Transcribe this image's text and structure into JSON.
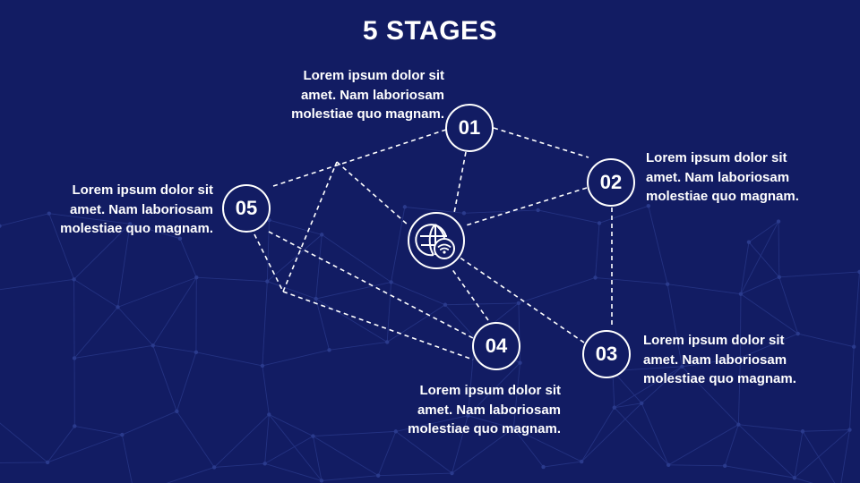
{
  "title": "5 STAGES",
  "colors": {
    "background": "#121c63",
    "foreground": "#ffffff",
    "network": "#2a3a8c"
  },
  "center": {
    "icon": "globe-wifi-icon"
  },
  "stages": [
    {
      "number": "01",
      "text": "Lorem ipsum dolor sit amet. Nam laboriosam molestiae quo magnam."
    },
    {
      "number": "02",
      "text": "Lorem ipsum dolor sit amet. Nam laboriosam molestiae quo magnam."
    },
    {
      "number": "03",
      "text": "Lorem ipsum dolor sit amet. Nam laboriosam molestiae quo magnam."
    },
    {
      "number": "04",
      "text": "Lorem ipsum dolor sit amet. Nam laboriosam molestiae quo magnam."
    },
    {
      "number": "05",
      "text": "Lorem ipsum dolor sit amet. Nam laboriosam molestiae quo magnam."
    }
  ]
}
